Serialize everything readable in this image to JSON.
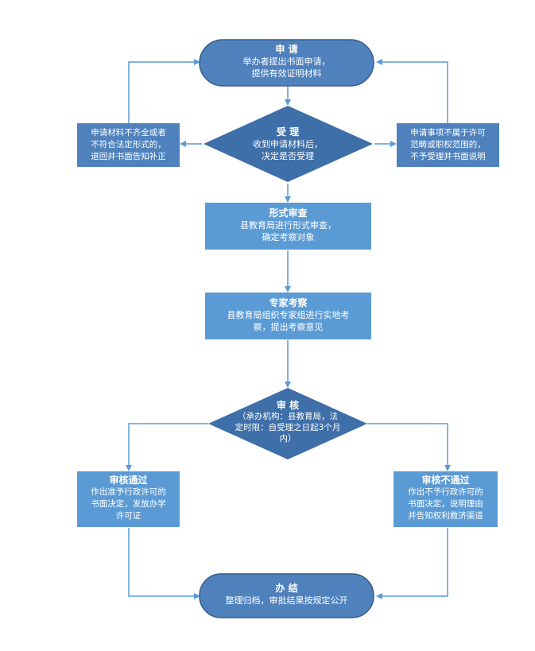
{
  "colors": {
    "terminal_fill": "#4f81bd",
    "terminal_stroke": "#385d8a",
    "process_fill": "#5b9bd5",
    "diamond_fill": "#3e6fa8",
    "side_fill": "#4f81bd",
    "arrow": "#5b9bd5"
  },
  "nodes": {
    "apply": {
      "title": "申 请",
      "lines": [
        "举办者提出书面申请，",
        "提供有效证明材料"
      ]
    },
    "accept": {
      "title": "受 理",
      "lines": [
        "收到申请材料后，",
        "决定是否受理"
      ]
    },
    "left_note": {
      "lines": [
        "申请材料不齐全或者",
        "不符合法定形式的，",
        "退回并书面告知补正"
      ]
    },
    "right_note": {
      "lines": [
        "申请事项不属于许可",
        "范畴或职权范围的，",
        "不予受理并书面说明"
      ]
    },
    "formal": {
      "title": "形式审查",
      "lines": [
        "县教育局进行形式审查，",
        "确定考察对象"
      ]
    },
    "expert": {
      "title": "专家考察",
      "lines": [
        "县教育局组织专家组进行实地考",
        "察，提出考察意见"
      ]
    },
    "review": {
      "title": "审 核",
      "lines": [
        "（承办机构：县教育局，法",
        "定时限：自受理之日起3个月",
        "内）"
      ]
    },
    "pass": {
      "title": "审核通过",
      "lines": [
        "作出准予行政许可的",
        "书面决定，发放办学",
        "许可证"
      ]
    },
    "fail": {
      "title": "审核不通过",
      "lines": [
        "作出不予行政许可的",
        "书面决定，说明理由",
        "并告知权利救济渠道"
      ]
    },
    "finish": {
      "title": "办 结",
      "lines": [
        "整理归档，审批结果按规定公开"
      ]
    }
  }
}
